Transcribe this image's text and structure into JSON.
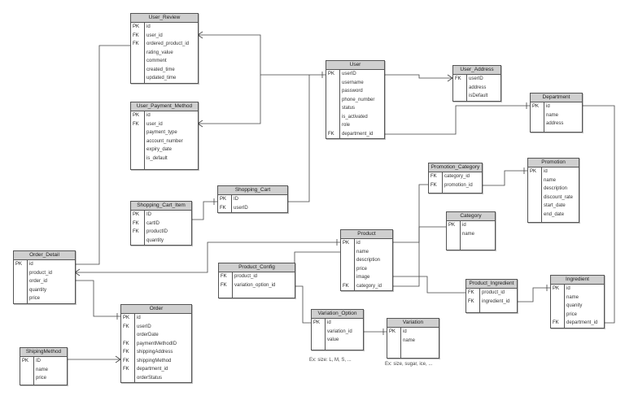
{
  "entities": {
    "user_review": {
      "title": "User_Review",
      "rows": [
        {
          "key": "PK",
          "field": "id"
        },
        {
          "key": "FK",
          "field": "user_id"
        },
        {
          "key": "FK",
          "field": "ordered_product_id"
        },
        {
          "key": "",
          "field": "rating_value"
        },
        {
          "key": "",
          "field": "comment"
        },
        {
          "key": "",
          "field": "created_time"
        },
        {
          "key": "",
          "field": "updated_time"
        }
      ]
    },
    "user_payment_method": {
      "title": "User_Payment_Method",
      "rows": [
        {
          "key": "PK",
          "field": "id"
        },
        {
          "key": "FK",
          "field": "user_id"
        },
        {
          "key": "",
          "field": "payment_type"
        },
        {
          "key": "",
          "field": "account_number"
        },
        {
          "key": "",
          "field": "expiry_date"
        },
        {
          "key": "",
          "field": "is_default"
        }
      ]
    },
    "user": {
      "title": "User",
      "rows": [
        {
          "key": "PK",
          "field": "userID"
        },
        {
          "key": "",
          "field": "username"
        },
        {
          "key": "",
          "field": "password"
        },
        {
          "key": "",
          "field": "phone_number"
        },
        {
          "key": "",
          "field": "status"
        },
        {
          "key": "",
          "field": "is_activated"
        },
        {
          "key": "",
          "field": "role"
        },
        {
          "key": "FK",
          "field": "department_id"
        }
      ]
    },
    "user_address": {
      "title": "User_Address",
      "rows": [
        {
          "key": "FK",
          "field": "userID"
        },
        {
          "key": "",
          "field": "address"
        },
        {
          "key": "",
          "field": "isDefault"
        }
      ]
    },
    "department": {
      "title": "Department",
      "rows": [
        {
          "key": "PK",
          "field": "id"
        },
        {
          "key": "",
          "field": "name"
        },
        {
          "key": "",
          "field": "address"
        }
      ]
    },
    "shopping_cart": {
      "title": "Shopping_Cart",
      "rows": [
        {
          "key": "PK",
          "field": "ID"
        },
        {
          "key": "FK",
          "field": "userID"
        }
      ]
    },
    "shopping_cart_item": {
      "title": "Shopping_Cart_Item",
      "rows": [
        {
          "key": "PK",
          "field": "ID"
        },
        {
          "key": "FK",
          "field": "cartID"
        },
        {
          "key": "FK",
          "field": "productID"
        },
        {
          "key": "",
          "field": "quantity"
        }
      ]
    },
    "promotion_category": {
      "title": "Promotion_Category",
      "rows": [
        {
          "key": "FK",
          "field": "category_id"
        },
        {
          "key": "FK",
          "field": "promotion_id"
        }
      ]
    },
    "promotion": {
      "title": "Promotion",
      "rows": [
        {
          "key": "PK",
          "field": "id"
        },
        {
          "key": "",
          "field": "name"
        },
        {
          "key": "",
          "field": "description"
        },
        {
          "key": "",
          "field": "discount_rate"
        },
        {
          "key": "",
          "field": "start_date"
        },
        {
          "key": "",
          "field": "end_date"
        }
      ]
    },
    "category": {
      "title": "Category",
      "rows": [
        {
          "key": "PK",
          "field": "id"
        },
        {
          "key": "",
          "field": "name"
        }
      ]
    },
    "product": {
      "title": "Product",
      "rows": [
        {
          "key": "PK",
          "field": "id"
        },
        {
          "key": "",
          "field": "name"
        },
        {
          "key": "",
          "field": "description"
        },
        {
          "key": "",
          "field": "price"
        },
        {
          "key": "",
          "field": "image"
        },
        {
          "key": "FK",
          "field": "category_id"
        }
      ]
    },
    "order_detail": {
      "title": "Order_Detail",
      "rows": [
        {
          "key": "PK",
          "field": "id"
        },
        {
          "key": "",
          "field": "product_id"
        },
        {
          "key": "",
          "field": "order_id"
        },
        {
          "key": "",
          "field": "quantity"
        },
        {
          "key": "",
          "field": "price"
        }
      ]
    },
    "product_config": {
      "title": "Product_Config",
      "rows": [
        {
          "key": "FK",
          "field": "product_id"
        },
        {
          "key": "FK",
          "field": "variation_option_id"
        }
      ]
    },
    "product_ingredient": {
      "title": "Product_Ingredient",
      "rows": [
        {
          "key": "FK",
          "field": "product_id"
        },
        {
          "key": "FK",
          "field": "ingredient_id"
        }
      ]
    },
    "ingredient": {
      "title": "Ingredient",
      "rows": [
        {
          "key": "PK",
          "field": "id"
        },
        {
          "key": "",
          "field": "name"
        },
        {
          "key": "",
          "field": "quanity"
        },
        {
          "key": "",
          "field": "price"
        },
        {
          "key": "FK",
          "field": "department_id"
        }
      ]
    },
    "order": {
      "title": "Order",
      "rows": [
        {
          "key": "PK",
          "field": "id"
        },
        {
          "key": "FK",
          "field": "userID"
        },
        {
          "key": "",
          "field": "orderDate"
        },
        {
          "key": "FK",
          "field": "paymentMethodID"
        },
        {
          "key": "FK",
          "field": "shippingAddress"
        },
        {
          "key": "FK",
          "field": "shippingMethod"
        },
        {
          "key": "FK",
          "field": "department_id"
        },
        {
          "key": "",
          "field": "orderStatus"
        }
      ]
    },
    "variation_option": {
      "title": "Variation_Option",
      "rows": [
        {
          "key": "PK",
          "field": "id"
        },
        {
          "key": "",
          "field": "variation_id"
        },
        {
          "key": "",
          "field": "value"
        }
      ]
    },
    "variation": {
      "title": "Variation",
      "rows": [
        {
          "key": "PK",
          "field": "id"
        },
        {
          "key": "",
          "field": "name"
        }
      ]
    },
    "shipping_method": {
      "title": "ShipingMethod",
      "rows": [
        {
          "key": "PK",
          "field": "ID"
        },
        {
          "key": "",
          "field": "name"
        },
        {
          "key": "",
          "field": "price"
        }
      ]
    }
  },
  "notes": {
    "variation_option_example": "Ex: size: L, M, S, ...",
    "variation_example": "Ex: size, sugar, ice, ..."
  }
}
